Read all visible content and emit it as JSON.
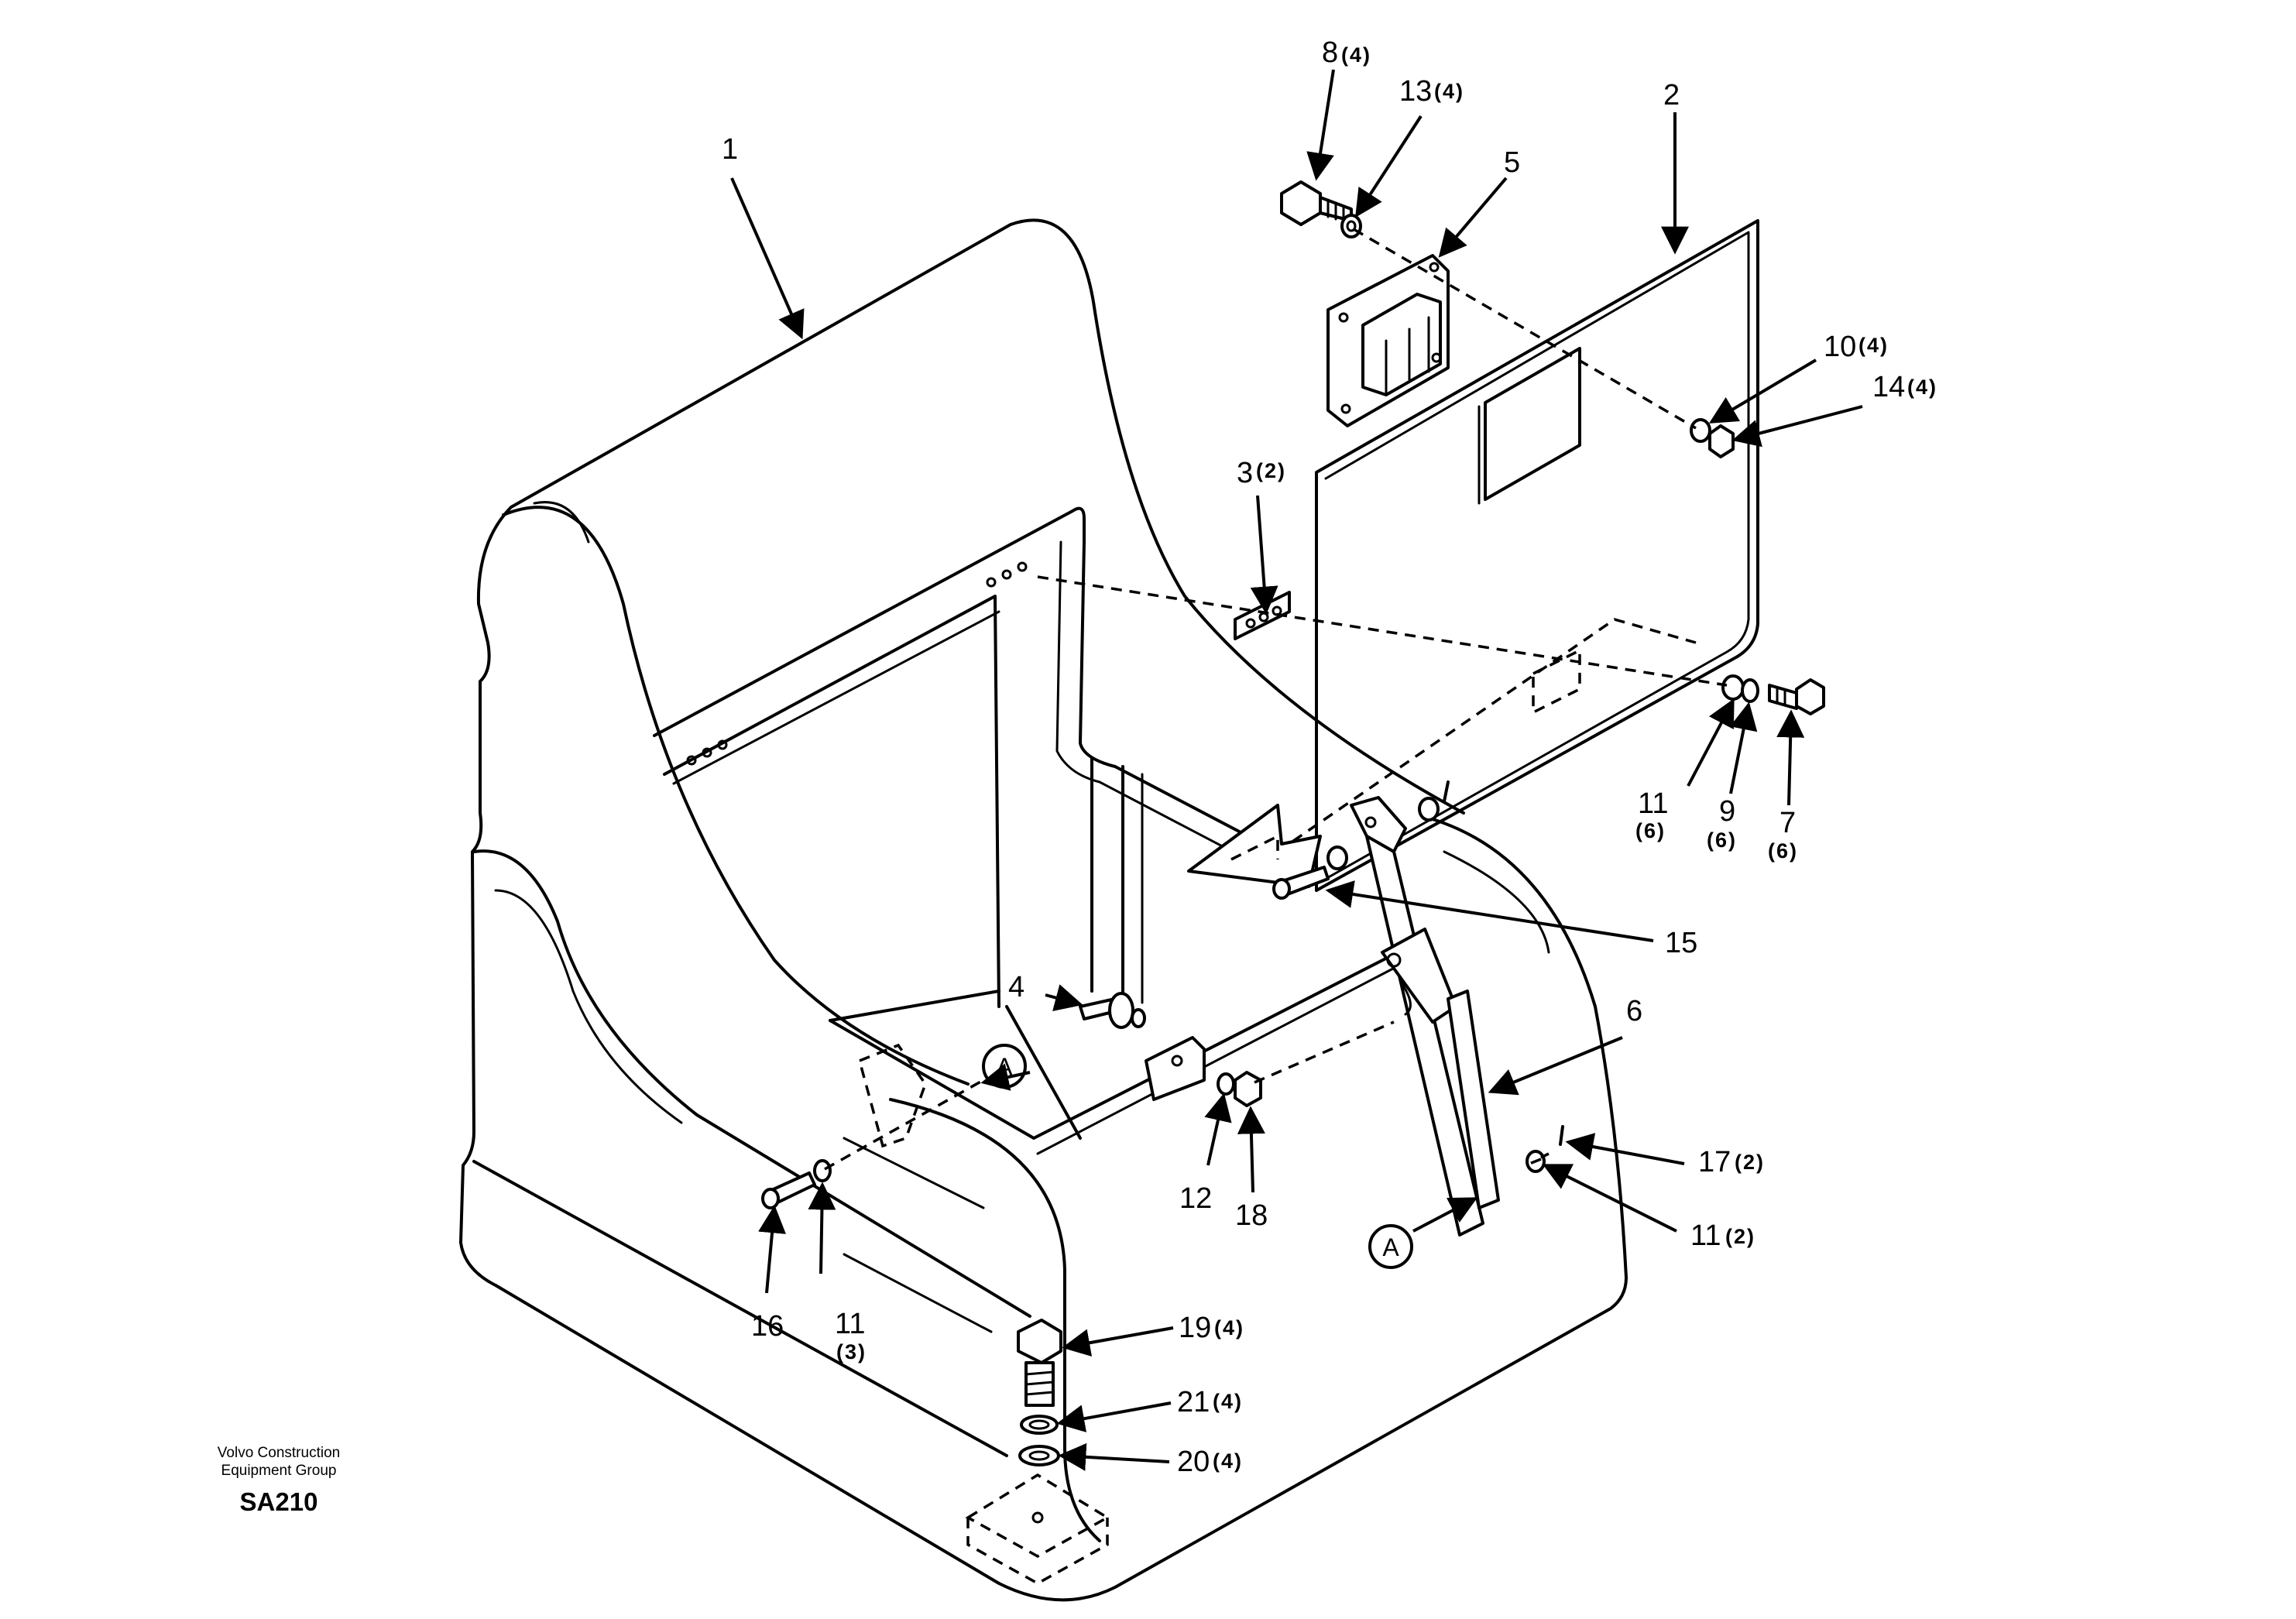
{
  "footer": {
    "company_line1": "Volvo Construction",
    "company_line2": "Equipment Group",
    "drawing_code": "SA210"
  },
  "callouts": [
    {
      "id": "1",
      "num": "1",
      "qty": ""
    },
    {
      "id": "2",
      "num": "2",
      "qty": ""
    },
    {
      "id": "3",
      "num": "3",
      "qty": "(2)"
    },
    {
      "id": "4",
      "num": "4",
      "qty": ""
    },
    {
      "id": "5",
      "num": "5",
      "qty": ""
    },
    {
      "id": "6",
      "num": "6",
      "qty": ""
    },
    {
      "id": "7",
      "num": "7",
      "qty": "(6)"
    },
    {
      "id": "8",
      "num": "8",
      "qty": "(4)"
    },
    {
      "id": "9",
      "num": "9",
      "qty": "(6)"
    },
    {
      "id": "10",
      "num": "10",
      "qty": "(4)"
    },
    {
      "id": "11a",
      "num": "11",
      "qty": "(6)"
    },
    {
      "id": "11b",
      "num": "11",
      "qty": "(2)"
    },
    {
      "id": "11c",
      "num": "11",
      "qty": "(3)"
    },
    {
      "id": "12",
      "num": "12",
      "qty": ""
    },
    {
      "id": "13",
      "num": "13",
      "qty": "(4)"
    },
    {
      "id": "14",
      "num": "14",
      "qty": "(4)"
    },
    {
      "id": "15",
      "num": "15",
      "qty": ""
    },
    {
      "id": "16",
      "num": "16",
      "qty": ""
    },
    {
      "id": "17",
      "num": "17",
      "qty": "(2)"
    },
    {
      "id": "18",
      "num": "18",
      "qty": ""
    },
    {
      "id": "19",
      "num": "19",
      "qty": "(4)"
    },
    {
      "id": "20",
      "num": "20",
      "qty": "(4)"
    },
    {
      "id": "21",
      "num": "21",
      "qty": "(4)"
    }
  ],
  "reference_marks": [
    {
      "id": "A1",
      "label": "A"
    },
    {
      "id": "A2",
      "label": "A"
    }
  ]
}
